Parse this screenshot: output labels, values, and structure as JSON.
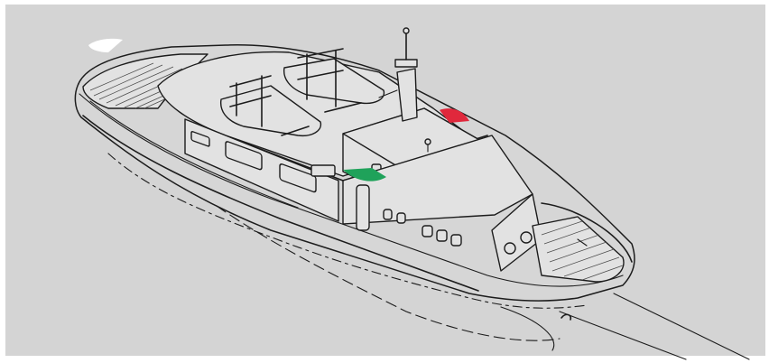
{
  "illustration": {
    "subject": "",
    "colors": {
      "background": "#d4d4d4",
      "frame": "#ffffff",
      "line": "#1c1c1c",
      "port_light": "#e0283c",
      "starboard_light": "#1fa25a",
      "stern_light": "#ffffff"
    },
    "navigation_lights": [
      {
        "name": "masthead-light",
        "color_key": "port_light"
      },
      {
        "name": "sidelight-red",
        "color_key": "port_light"
      },
      {
        "name": "sidelight-green",
        "color_key": "starboard_light"
      },
      {
        "name": "stern-light",
        "color_key": "stern_light"
      }
    ]
  }
}
